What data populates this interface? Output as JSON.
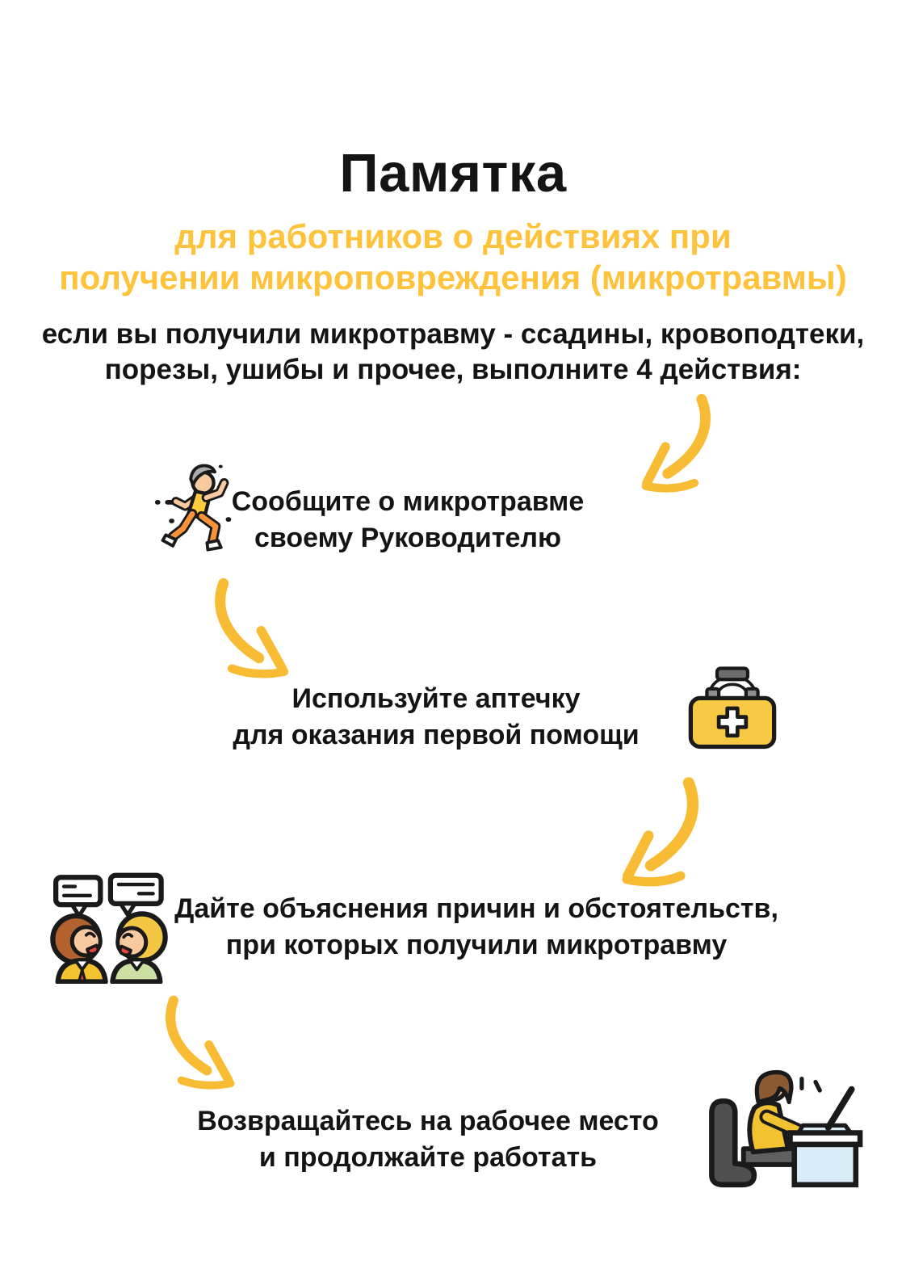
{
  "page": {
    "background_color": "#ffffff",
    "accent_yellow": "#FFC23B",
    "arrow_yellow": "#F8BC34",
    "text_color": "#141414",
    "kind": "safety-memo-poster"
  },
  "header": {
    "title": "Памятка",
    "subtitle_line1": "для работников о действиях при",
    "subtitle_line2": "получении микроповреждения (микротравмы)",
    "intro_line1": "если вы получили микротравму - ссадины, кровоподтеки,",
    "intro_line2": "порезы, ушибы и прочее, выполните 4 действия:"
  },
  "steps": [
    {
      "icon": "running-worker-icon",
      "icon_side": "left",
      "line1": "Сообщите о микротравме",
      "line2": "своему Руководителю"
    },
    {
      "icon": "first-aid-kit-icon",
      "icon_side": "right",
      "line1": "Используйте аптечку",
      "line2": "для оказания первой помощи"
    },
    {
      "icon": "conversation-icon",
      "icon_side": "left",
      "line1": "Дайте объяснения причин и обстоятельств,",
      "line2": "при которых получили микротравму"
    },
    {
      "icon": "workstation-icon",
      "icon_side": "right",
      "line1": "Возвращайтесь на рабочее место",
      "line2": "и продолжайте работать"
    }
  ],
  "arrows": [
    {
      "direction": "down-left"
    },
    {
      "direction": "down-right"
    },
    {
      "direction": "down-left"
    },
    {
      "direction": "down-right"
    }
  ]
}
